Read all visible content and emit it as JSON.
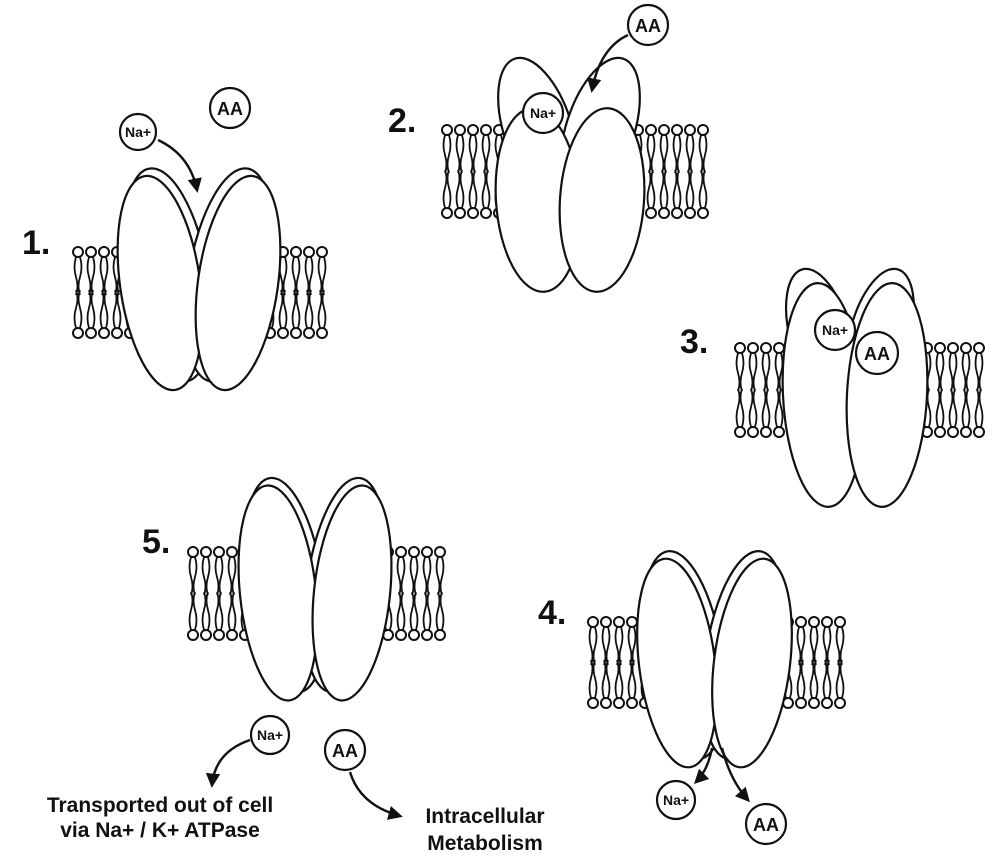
{
  "steps": [
    {
      "label": "1.",
      "na": "Na+",
      "aa": "AA"
    },
    {
      "label": "2.",
      "na": "Na+",
      "aa": "AA"
    },
    {
      "label": "3.",
      "na": "Na+",
      "aa": "AA"
    },
    {
      "label": "4.",
      "na": "Na+",
      "aa": "AA"
    },
    {
      "label": "5.",
      "na": "Na+",
      "aa": "AA"
    }
  ],
  "captions": {
    "na_fate_line1": "Transported out of cell",
    "na_fate_line2": "via Na+ / K+ ATPase",
    "aa_fate_line1": "Intracellular",
    "aa_fate_line2": "Metabolism"
  }
}
